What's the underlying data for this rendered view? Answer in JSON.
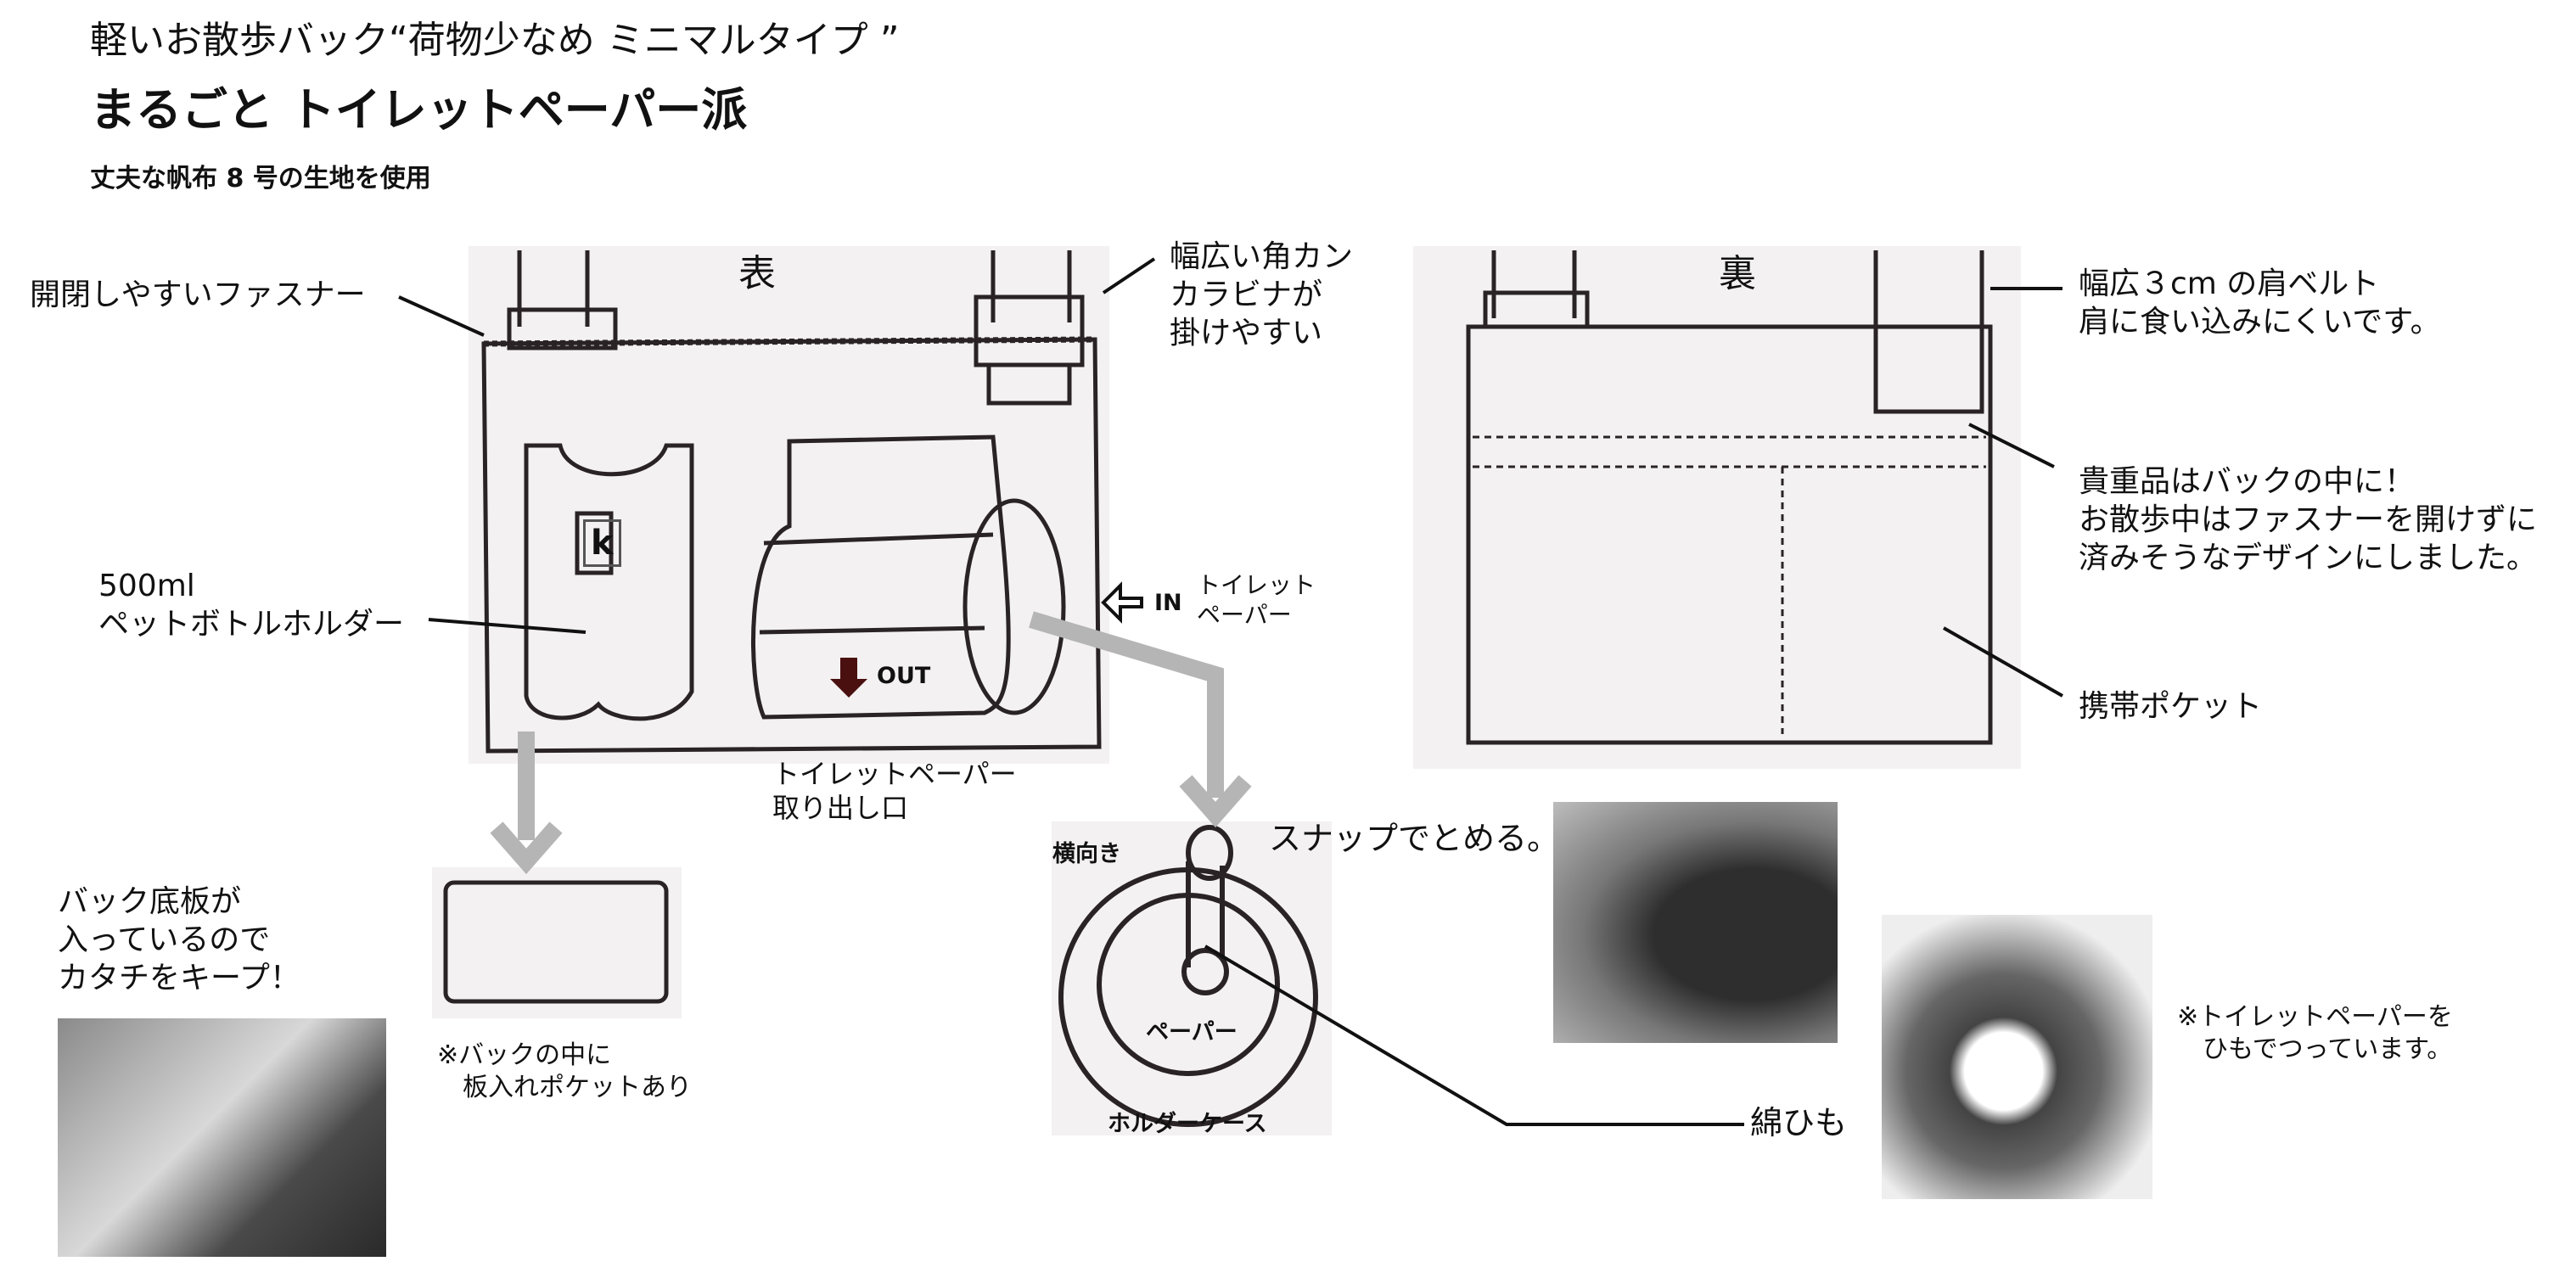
{
  "header": {
    "title_line": "軽いお散歩バック“荷物少なめ ミニマルタイプ ”",
    "main_title": "まるごと トイレットペーパー派",
    "subtitle": "丈夫な帆布 8 号の生地を使用"
  },
  "front_view": {
    "label": "表",
    "zipper_note": "開閉しやすいファスナー",
    "ring_note": [
      "幅広い角カン",
      "カラビナが",
      "掛けやすい"
    ],
    "bottle_note": [
      "500ml",
      "ペットボトルホルダー"
    ],
    "in_label": "IN",
    "in_note": [
      "トイレット",
      "ペーパー"
    ],
    "out_label": "OUT",
    "outlet_note": [
      "トイレットペーパー",
      "取り出し口"
    ],
    "logo": "k"
  },
  "back_view": {
    "label": "裏",
    "strap_note": [
      "幅広３cm の肩ベルト",
      "肩に食い込みにくいです。"
    ],
    "valuables_note": [
      "貴重品はバックの中に！",
      "お散歩中はファスナーを開けずに",
      "済みそうなデザインにしました。"
    ],
    "pocket_note": "携帯ポケット"
  },
  "board": {
    "note": [
      "バック底板が",
      "入っているので",
      "カタチをキープ！"
    ],
    "pocket_note": [
      "※バックの中に",
      "　板入れポケットあり"
    ]
  },
  "holder": {
    "side_label": "横向き",
    "snap_note": "スナップでとめる。",
    "paper_label": "ペーパー",
    "case_label": "ホルダーケース",
    "string_note": "綿ひも",
    "hang_note": [
      "※トイレットペーパーを",
      "　ひもでつっています。"
    ]
  },
  "colors": {
    "arrow": "#b5b5b5",
    "out_arrow": "#4a1010",
    "sketch": "#2a2325",
    "paper_bg": "#f3f1f1"
  }
}
